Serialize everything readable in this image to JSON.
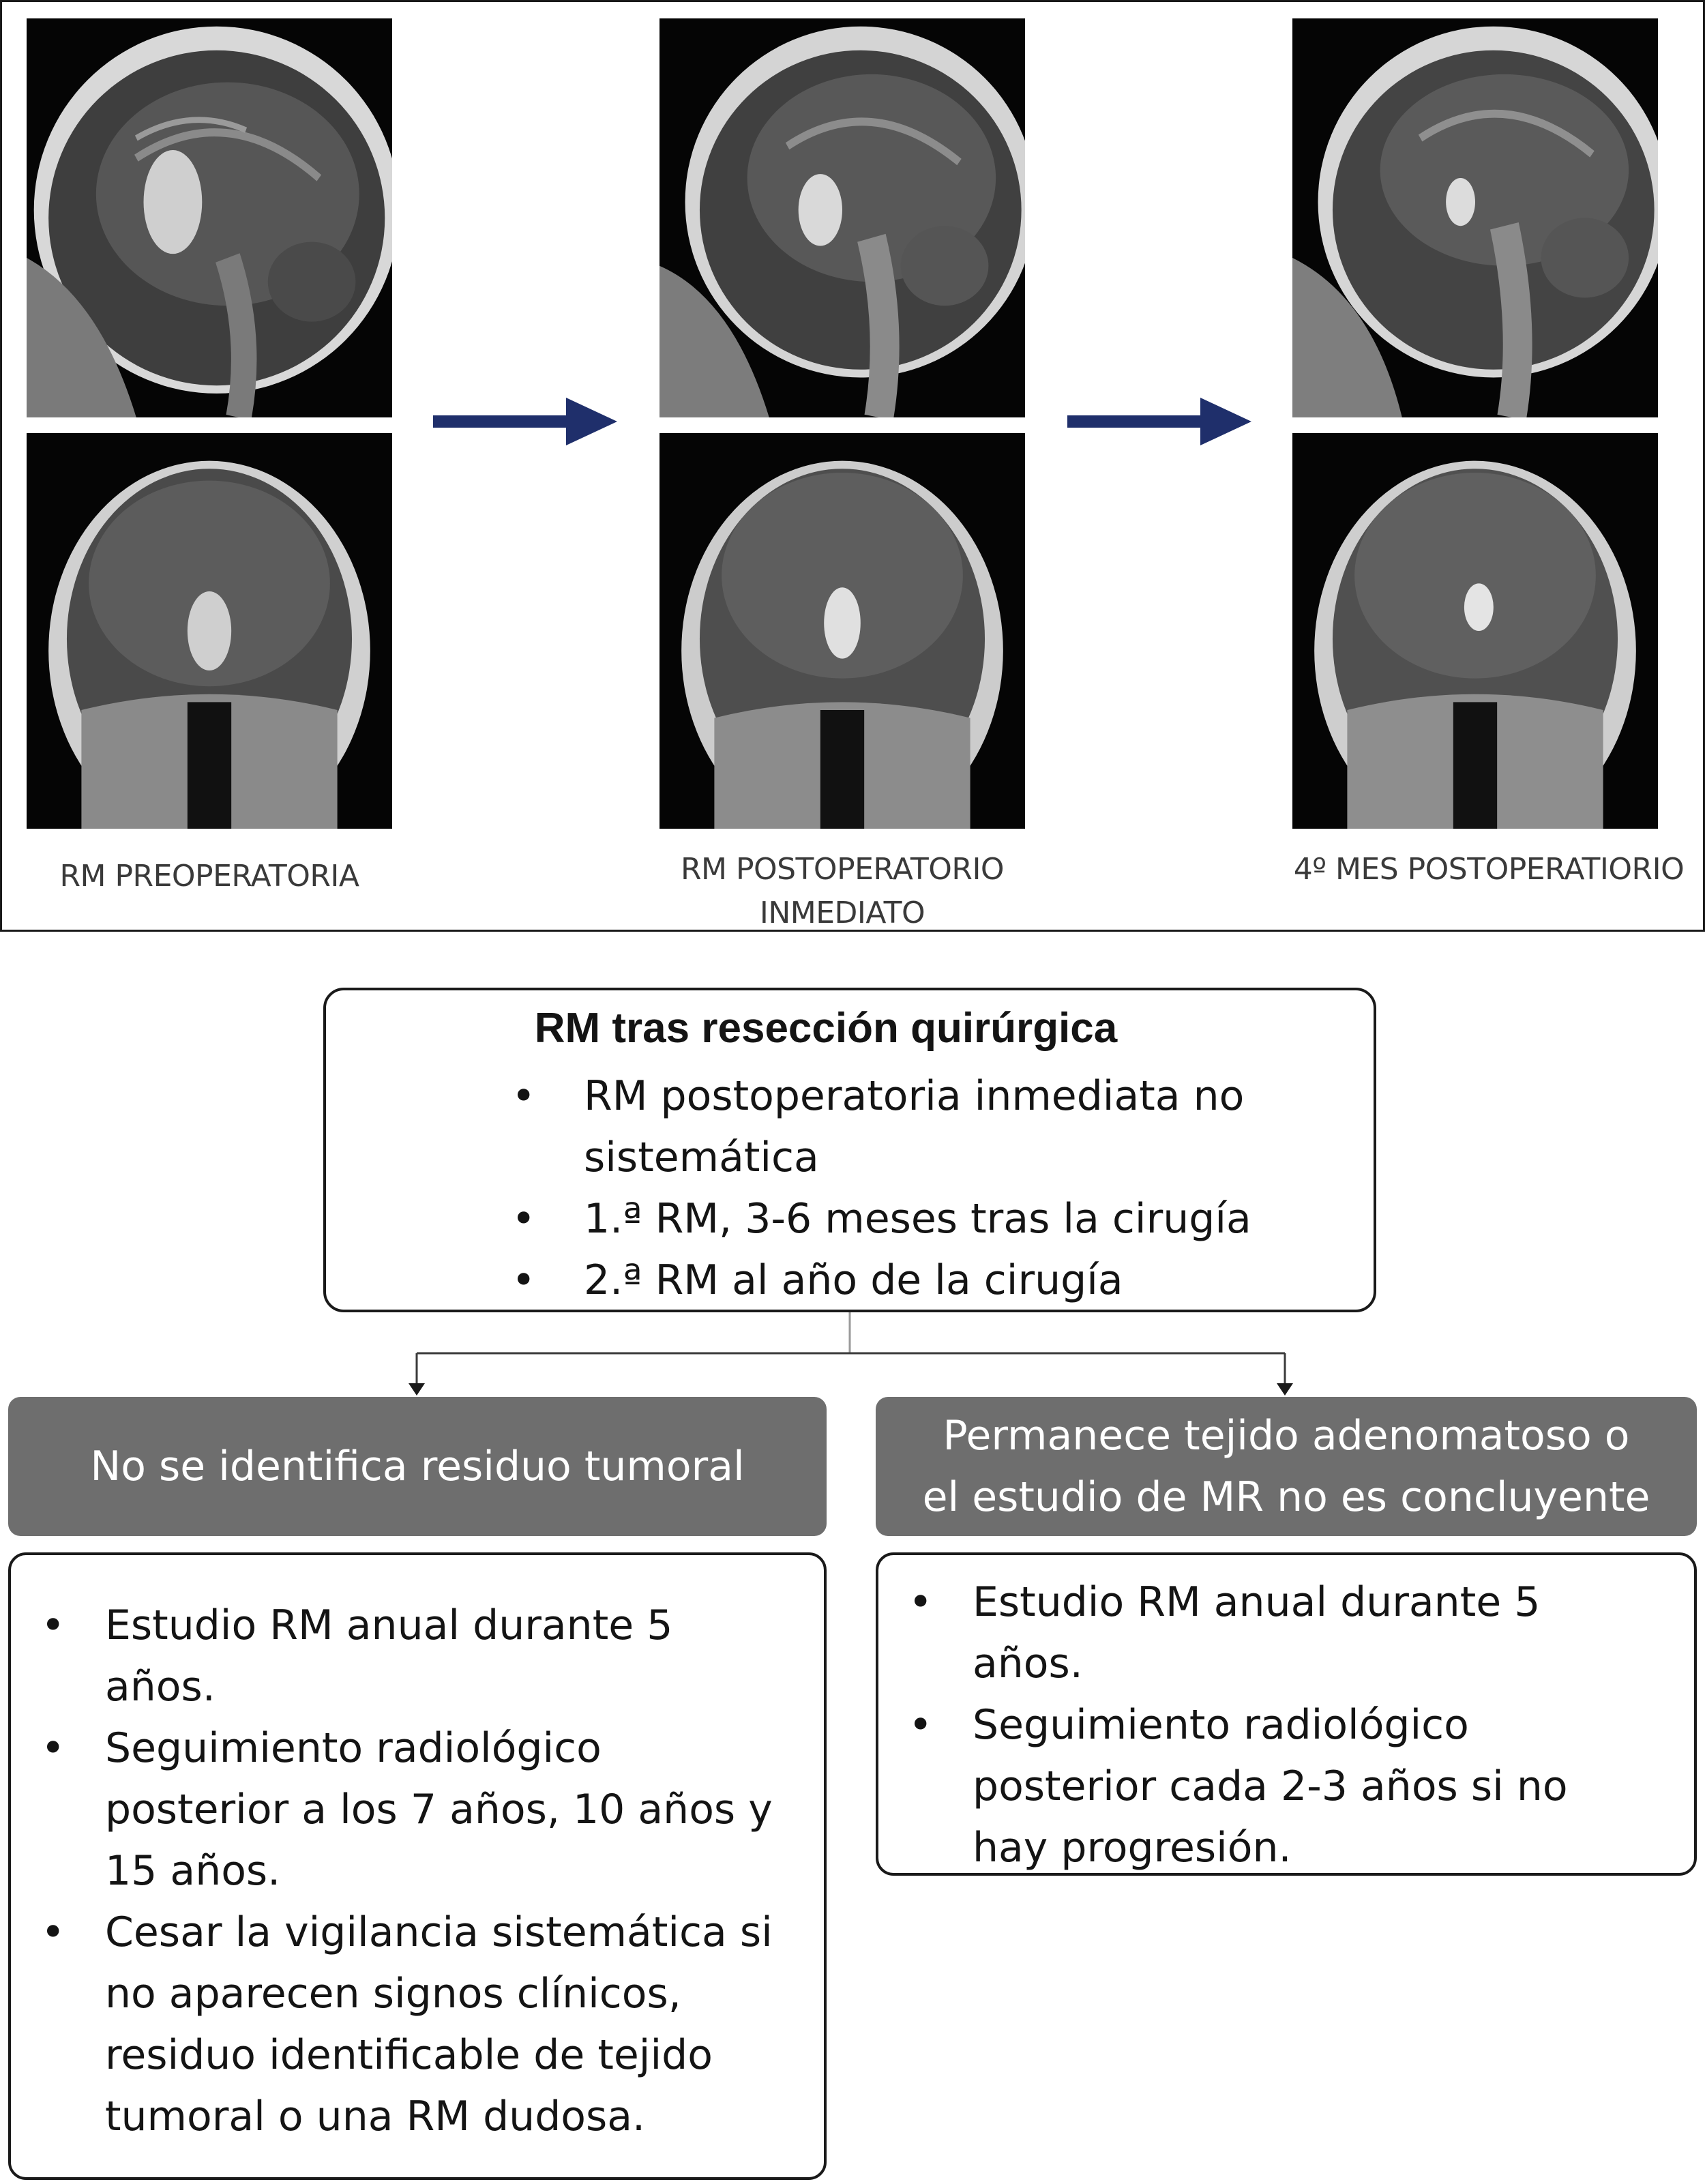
{
  "mri_panel": {
    "captions": {
      "preop": "RM PREOPERATORIA",
      "postop_line1": "RM POSTOPERATORIO",
      "postop_line2": "INMEDIATO",
      "month4": "4º MES POSTOPERATIORIO"
    },
    "arrow_color": "#1f2f6b"
  },
  "flowchart": {
    "top": {
      "title": "RM tras resección quirúrgica",
      "items": [
        {
          "line1": "RM postoperatoria inmediata no",
          "line2": "sistemática"
        },
        {
          "line1": "1.ª RM, 3-6 meses tras la cirugía"
        },
        {
          "line1": "2.ª RM al año de la cirugía"
        }
      ]
    },
    "left": {
      "header": "No se identifica residuo tumoral",
      "items": [
        {
          "lines": [
            "Estudio RM anual durante 5",
            "años."
          ]
        },
        {
          "lines": [
            "Seguimiento radiológico",
            "posterior a los 7 años, 10 años y",
            "15 años."
          ]
        },
        {
          "lines": [
            "Cesar la vigilancia sistemática si",
            "no aparecen signos clínicos,",
            "residuo identificable de tejido",
            "tumoral o una RM dudosa."
          ]
        }
      ]
    },
    "right": {
      "header_line1": "Permanece tejido adenomatoso o",
      "header_line2": "el estudio de MR no es concluyente",
      "items": [
        {
          "lines": [
            "Estudio RM anual durante 5",
            "años."
          ]
        },
        {
          "lines": [
            "Seguimiento radiológico",
            "posterior cada 2-3 años si no",
            "hay progresión."
          ]
        }
      ]
    },
    "bullet": "•",
    "header_color": "#6e6e6e"
  }
}
